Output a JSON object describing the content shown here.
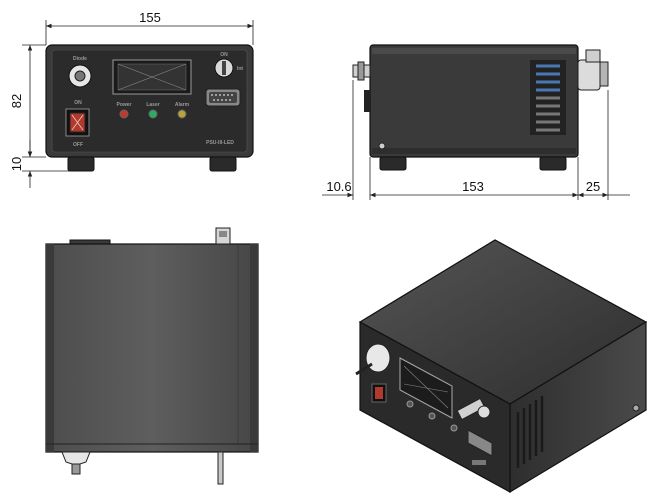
{
  "dimensions": {
    "front_width": "155",
    "front_height": "82",
    "front_feet": "10",
    "side_rear": "10.6",
    "side_depth": "153",
    "side_front": "25"
  },
  "front_panel": {
    "knob_label": "Diode",
    "switch_label": "ON",
    "switch_sub_label": "OFF",
    "key_top_label": "ON",
    "key_side_label": "Int",
    "led_labels": [
      "Power",
      "Laser",
      "Alarm"
    ],
    "model_label": "PSU-III-LED"
  },
  "colors": {
    "case": "#3a3a3a",
    "panel": "#2a2a2a",
    "laser_warning": "#c0392b",
    "led_power": "#c0392b",
    "led_laser": "#27ae60",
    "led_alarm": "#f1c40f",
    "vent": "#4a78b5"
  }
}
